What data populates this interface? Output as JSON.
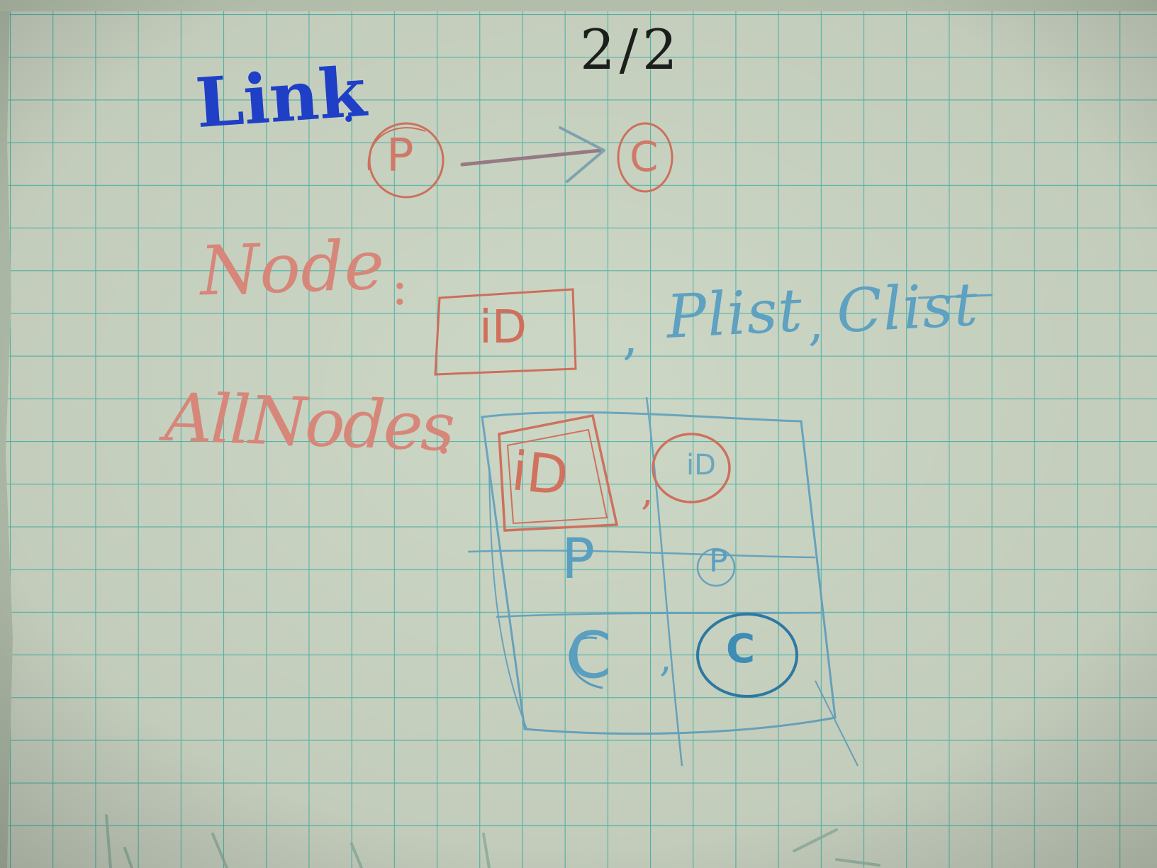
{
  "photo": {
    "description_none": "",
    "colors": {
      "paper": "#cbd5c3",
      "grid": "#3fb3a8",
      "ink_black": "#1b1e1a",
      "ink_blue": "#1f3fc6",
      "pencil_red": "#d6877a",
      "pencil_blue": "#5ea1c0"
    }
  },
  "notes": {
    "date": "2/2",
    "link_label": "Link",
    "link_colon": ":",
    "link_from": "P",
    "link_to": "C",
    "node_label": "Node",
    "node_colon": ":",
    "node_box": "iD",
    "node_comma": ",",
    "node_lists": "Plist",
    "node_lists_sep": ",",
    "node_lists_2": "Clist",
    "allnodes_label": "AllNodes",
    "allnodes_colon": ":",
    "table_id": "iD",
    "table_id_small": "iD",
    "table_p": "P",
    "table_p_small": "P",
    "table_c": "C",
    "table_c_small": "C",
    "comma_a": ",",
    "comma_b": ","
  }
}
